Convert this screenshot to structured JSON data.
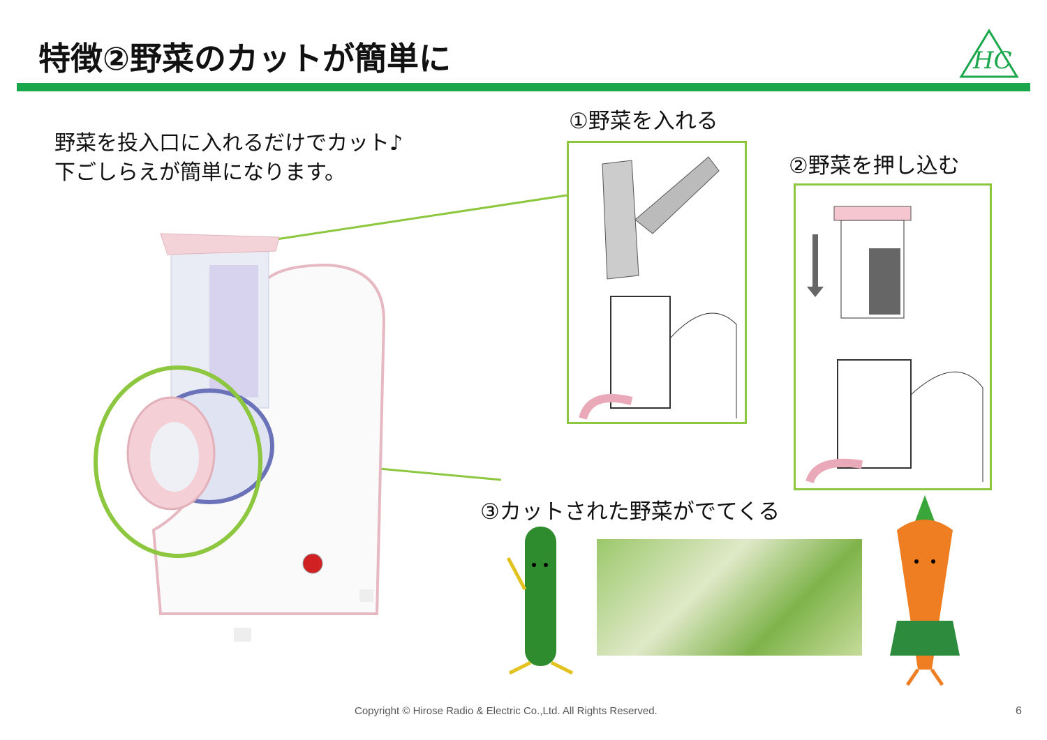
{
  "title": "特徴②野菜のカットが簡単に",
  "logo_text": "HC",
  "description": [
    "野菜を投入口に入れるだけでカット♪",
    "下ごしらえが簡単になります。"
  ],
  "steps": [
    {
      "label": "①野菜を入れる"
    },
    {
      "label": "②野菜を押し込む"
    },
    {
      "label": "③カットされた野菜がでてくる"
    }
  ],
  "footer": "Copyright © Hirose Radio & Electric Co.,Ltd. All Rights Reserved.",
  "page_number": "6",
  "colors": {
    "accent_green": "#1aa64a",
    "frame_green": "#8dc63f",
    "pink": "#f3c9cf"
  }
}
